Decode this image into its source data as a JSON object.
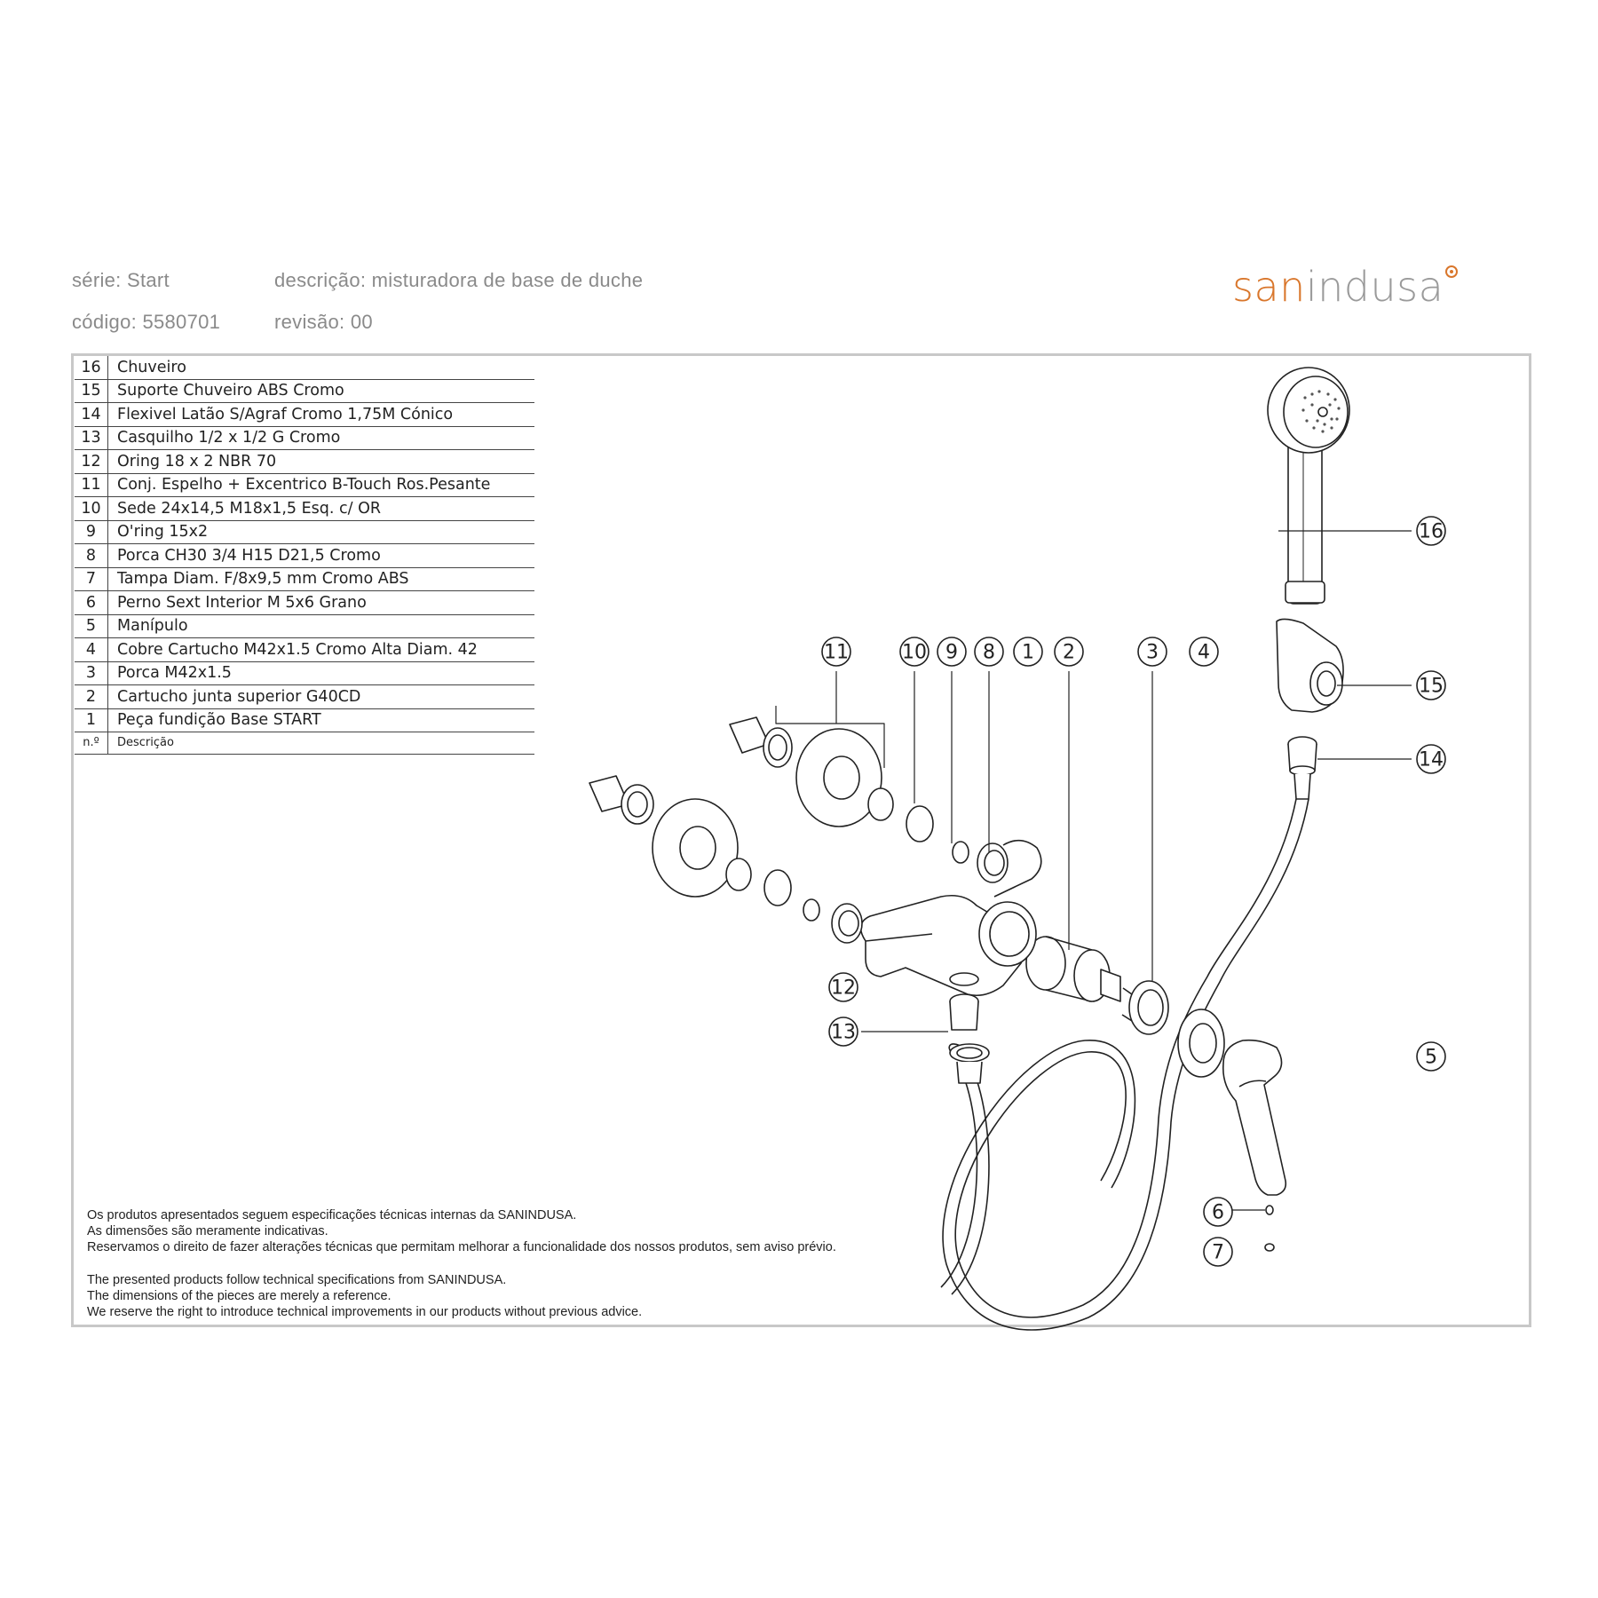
{
  "header": {
    "serie": "série: Start",
    "descricao": "descrição: misturadora de base de duche",
    "codigo": "código: 5580701",
    "revisao": "revisão: 00"
  },
  "logo": {
    "part1": "san",
    "part2": "indusa"
  },
  "parts_table": {
    "rows": [
      {
        "n": "16",
        "desc": "Chuveiro"
      },
      {
        "n": "15",
        "desc": "Suporte Chuveiro ABS Cromo"
      },
      {
        "n": "14",
        "desc": "Flexivel Latão S/Agraf Cromo 1,75M Cónico"
      },
      {
        "n": "13",
        "desc": "Casquilho 1/2 x 1/2 G Cromo"
      },
      {
        "n": "12",
        "desc": "Oring 18 x 2 NBR 70"
      },
      {
        "n": "11",
        "desc": "Conj. Espelho + Excentrico B-Touch Ros.Pesante"
      },
      {
        "n": "10",
        "desc": "Sede 24x14,5  M18x1,5 Esq. c/ OR"
      },
      {
        "n": "9",
        "desc": "O'ring 15x2"
      },
      {
        "n": "8",
        "desc": "Porca CH30 3/4 H15 D21,5 Cromo"
      },
      {
        "n": "7",
        "desc": "Tampa Diam. F/8x9,5 mm Cromo ABS"
      },
      {
        "n": "6",
        "desc": "Perno Sext Interior M 5x6 Grano"
      },
      {
        "n": "5",
        "desc": "Manípulo"
      },
      {
        "n": "4",
        "desc": "Cobre Cartucho M42x1.5 Cromo Alta Diam. 42"
      },
      {
        "n": "3",
        "desc": "Porca M42x1.5"
      },
      {
        "n": "2",
        "desc": "Cartucho junta superior G40CD"
      },
      {
        "n": "1",
        "desc": "Peça fundição Base START"
      }
    ],
    "header_n": "n.º",
    "header_desc": "Descrição"
  },
  "callouts": [
    "11",
    "10",
    "9",
    "8",
    "1",
    "2",
    "3",
    "4",
    "16",
    "15",
    "14",
    "12",
    "13",
    "5",
    "6",
    "7"
  ],
  "notes_pt": [
    "Os produtos apresentados seguem especificações técnicas internas da SANINDUSA.",
    "As dimensões são meramente indicativas.",
    "Reservamos o direito de fazer alterações técnicas que permitam melhorar a funcionalidade dos nossos produtos, sem aviso prévio."
  ],
  "notes_en": [
    "The presented products follow technical specifications from SANINDUSA.",
    "The dimensions of the pieces are merely a reference.",
    "We reserve the right to introduce technical improvements in our products without previous advice."
  ],
  "colors": {
    "brand_orange": "#d9762b",
    "brand_grey": "#9a9a9a",
    "frame": "#c8c8c8"
  }
}
